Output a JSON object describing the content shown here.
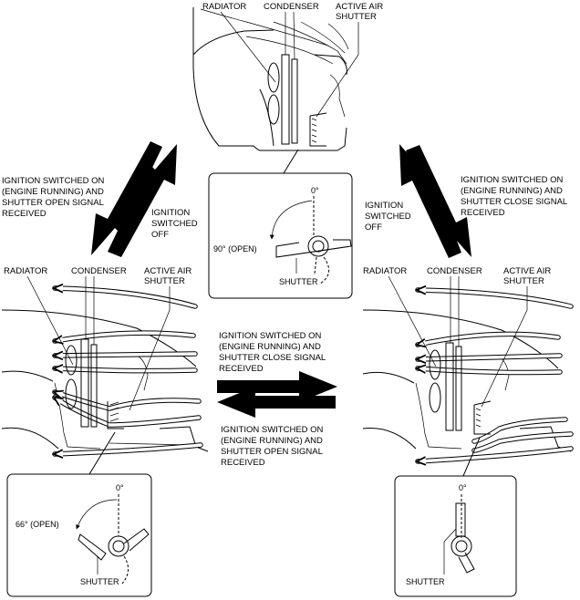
{
  "top": {
    "label_radiator": "RADIATOR",
    "label_condenser": "CONDENSER",
    "label_shutter": [
      "ACTIVE AIR",
      "SHUTTER"
    ],
    "detail": {
      "zero": "0°",
      "angle": "90° (OPEN)",
      "shutter": "SHUTTER"
    }
  },
  "left": {
    "label_radiator": "RADIATOR",
    "label_condenser": "CONDENSER",
    "label_shutter": [
      "ACTIVE AIR",
      "SHUTTER"
    ],
    "detail": {
      "zero": "0°",
      "angle": "66° (OPEN)",
      "shutter": "SHUTTER"
    }
  },
  "right": {
    "label_radiator": "RADIATOR",
    "label_condenser": "CONDENSER",
    "label_shutter": [
      "ACTIVE AIR",
      "SHUTTER"
    ],
    "detail": {
      "zero": "0°",
      "shutter": "SHUTTER"
    }
  },
  "transitions": {
    "left_up": [
      "IGNITION SWITCHED ON",
      "(ENGINE RUNNING) AND",
      "SHUTTER OPEN SIGNAL",
      "RECEIVED"
    ],
    "left_down": [
      "IGNITION",
      "SWITCHED",
      "OFF"
    ],
    "right_down": [
      "IGNITION SWITCHED ON",
      "(ENGINE RUNNING) AND",
      "SHUTTER CLOSE SIGNAL",
      "RECEIVED"
    ],
    "right_up": [
      "IGNITION",
      "SWITCHED",
      "OFF"
    ],
    "middle_right": [
      "IGNITION SWITCHED ON",
      "(ENGINE RUNNING) AND",
      "SHUTTER CLOSE SIGNAL",
      "RECEIVED"
    ],
    "middle_left": [
      "IGNITION SWITCHED ON",
      "(ENGINE RUNNING) AND",
      "SHUTTER OPEN SIGNAL",
      "RECEIVED"
    ]
  }
}
